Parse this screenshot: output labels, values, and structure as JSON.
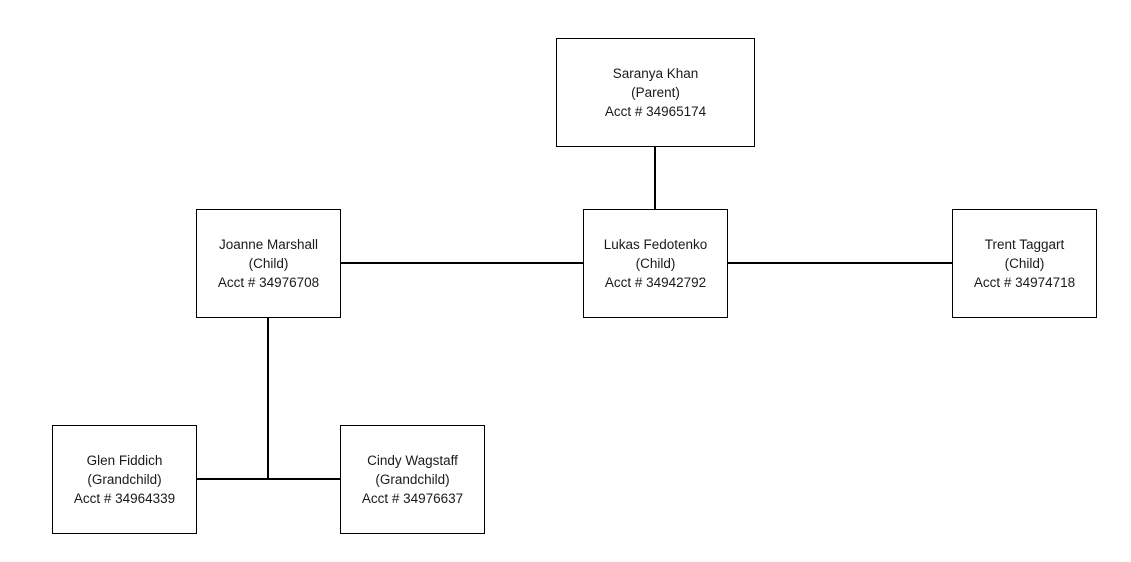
{
  "nodes": {
    "saranya": {
      "name": "Saranya Khan",
      "role": "(Parent)",
      "acct": "Acct # 34965174"
    },
    "joanne": {
      "name": "Joanne Marshall",
      "role": "(Child)",
      "acct": "Acct # 34976708"
    },
    "lukas": {
      "name": "Lukas Fedotenko",
      "role": "(Child)",
      "acct": "Acct # 34942792"
    },
    "trent": {
      "name": "Trent Taggart",
      "role": "(Child)",
      "acct": "Acct # 34974718"
    },
    "glen": {
      "name": "Glen Fiddich",
      "role": "(Grandchild)",
      "acct": "Acct # 34964339"
    },
    "cindy": {
      "name": "Cindy Wagstaff",
      "role": "(Grandchild)",
      "acct": "Acct # 34976637"
    }
  },
  "colors": {
    "line": "#000000",
    "box_border": "#000000",
    "text": "#1a1a1a",
    "background": "#ffffff"
  }
}
